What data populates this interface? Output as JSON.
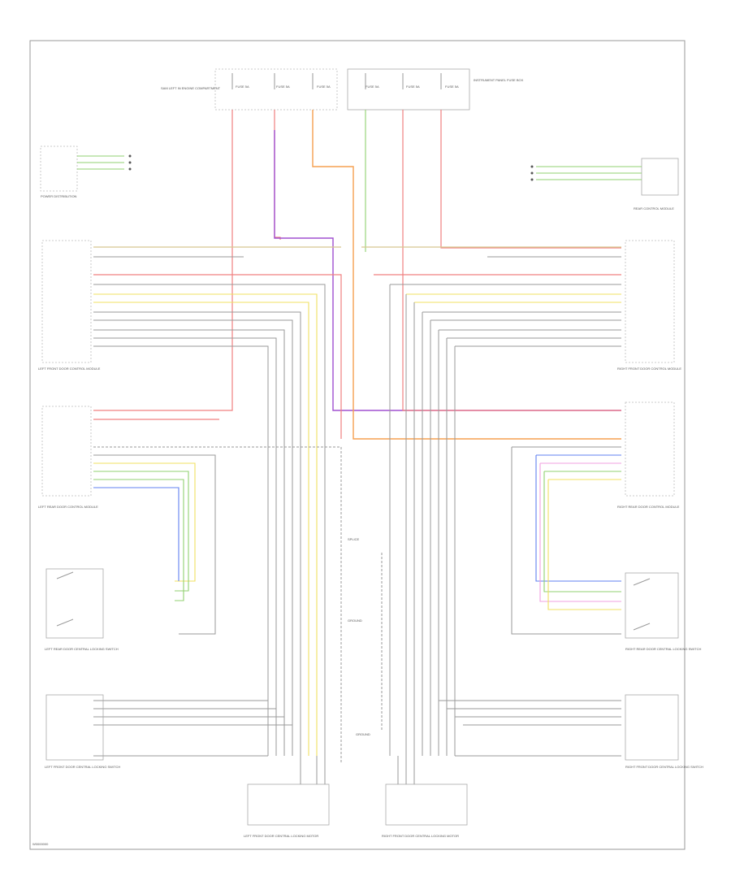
{
  "diagram": {
    "footer_code": "W0000000",
    "labels": {
      "fuse_block_left": "SAM LEFT IN ENGINE COMPARTMENT",
      "fuse_block_right": "INSTRUMENT PANEL FUSE BOX",
      "left_ctrl_module": "POWER DISTRIBUTION",
      "right_ctrl_module": "REAR CONTROL MODULE",
      "left_front_door_ctrl": "LEFT FRONT DOOR CONTROL MODULE",
      "right_front_door_ctrl": "RIGHT FRONT DOOR CONTROL MODULE",
      "left_rear_door_ctrl": "LEFT REAR DOOR CONTROL MODULE",
      "right_rear_door_ctrl": "RIGHT REAR DOOR CONTROL MODULE",
      "left_rear_switch": "LEFT REAR DOOR CENTRAL LOCKING SWITCH",
      "right_rear_switch": "RIGHT REAR DOOR CENTRAL LOCKING SWITCH",
      "left_front_switch": "LEFT FRONT DOOR CENTRAL LOCKING SWITCH",
      "right_front_switch": "RIGHT FRONT DOOR CENTRAL LOCKING SWITCH",
      "left_front_lock": "LEFT FRONT DOOR CENTRAL LOCKING MOTOR",
      "right_front_lock": "RIGHT FRONT DOOR CENTRAL LOCKING MOTOR",
      "splice_center": "SPLICE",
      "ground_center": "GROUND",
      "ground_splice": "GROUND"
    },
    "fuses": [
      "FUSE 5A",
      "FUSE 5A",
      "FUSE 5A",
      "FUSE 5A",
      "FUSE 5A",
      "FUSE 5A"
    ]
  }
}
